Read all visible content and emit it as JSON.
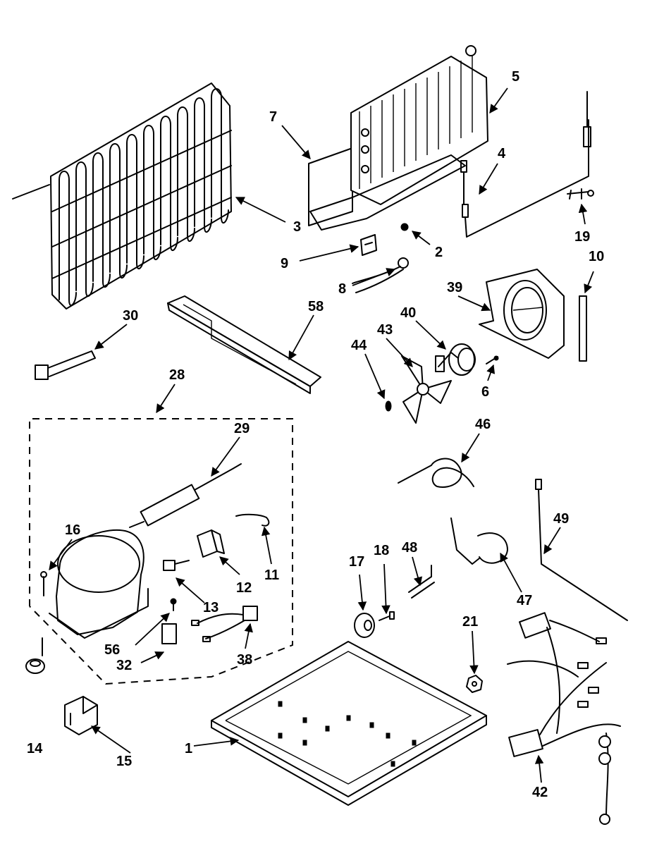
{
  "labels": {
    "l1": "1",
    "l2": "2",
    "l3": "3",
    "l4": "4",
    "l5": "5",
    "l6": "6",
    "l7": "7",
    "l8": "8",
    "l9": "9",
    "l10": "10",
    "l11": "11",
    "l12": "12",
    "l13": "13",
    "l14": "14",
    "l15": "15",
    "l16": "16",
    "l17": "17",
    "l18": "18",
    "l19": "19",
    "l21": "21",
    "l28": "28",
    "l29": "29",
    "l30": "30",
    "l32": "32",
    "l38": "38",
    "l39": "39",
    "l40": "40",
    "l42": "42",
    "l43": "43",
    "l44": "44",
    "l46": "46",
    "l47": "47",
    "l48": "48",
    "l49": "49",
    "l56": "56",
    "l58": "58"
  }
}
